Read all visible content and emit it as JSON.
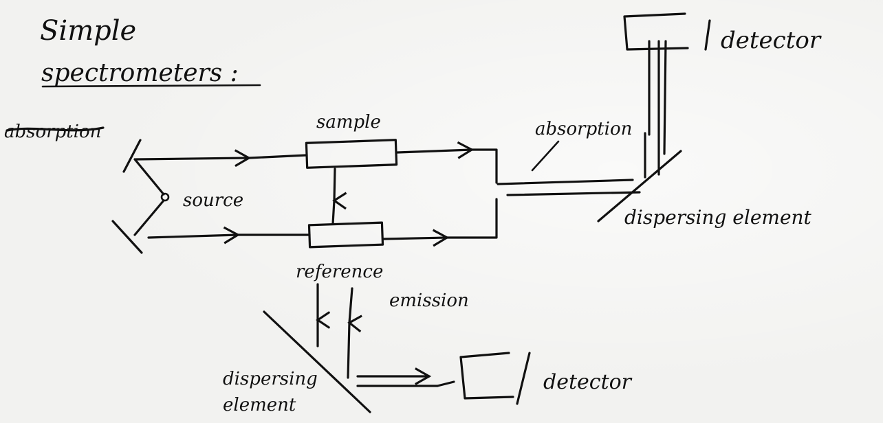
{
  "title_line1": "Simple",
  "title_line2": "spectrometers :",
  "labels": {
    "absorption_left": "absorption",
    "source": "source",
    "sample": "sample",
    "reference": "reference",
    "emission": "emission",
    "absorption_right": "absorption",
    "detector_top": "detector",
    "dispersing_element_right": "dispersing element",
    "dispersing_element_bottom_1": "dispersing",
    "dispersing_element_bottom_2": "element",
    "detector_bottom": "detector"
  }
}
